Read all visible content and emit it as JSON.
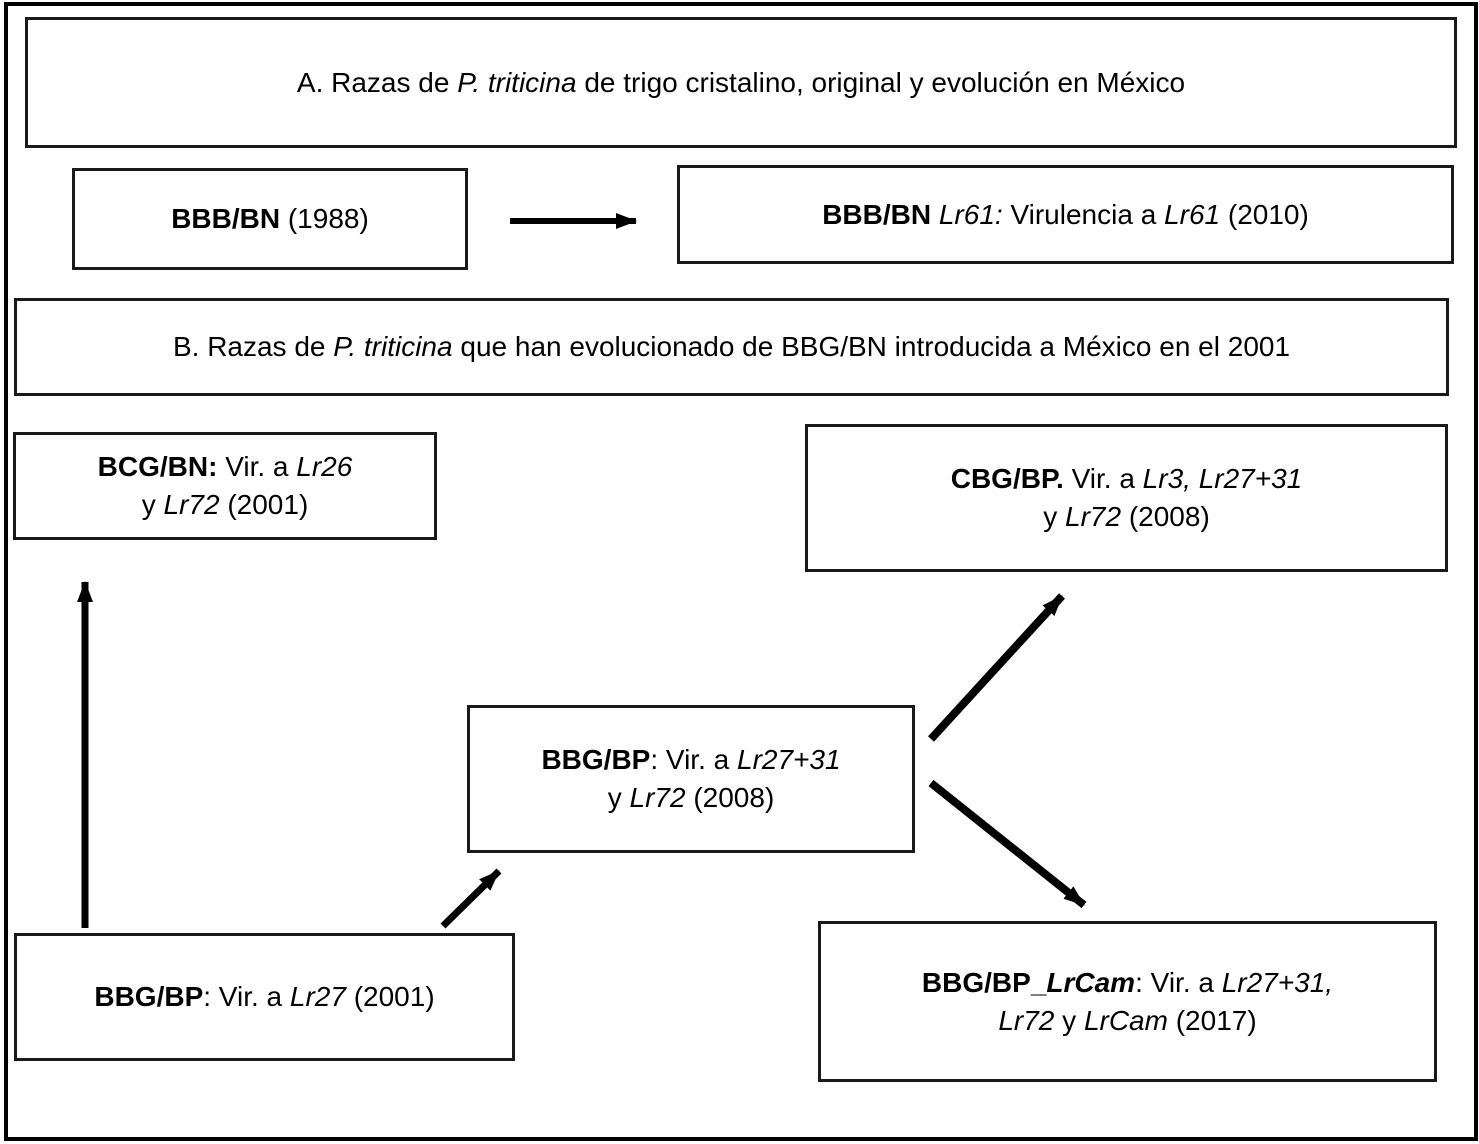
{
  "colors": {
    "ink": "#000000",
    "paper": "#ffffff"
  },
  "panel_a": {
    "title": [
      {
        "t": "A. Razas de "
      },
      {
        "t": "P. triticina",
        "i": true
      },
      {
        "t": " de trigo cristalino, original y evolución en México"
      }
    ],
    "boxes": {
      "bbb_1988": {
        "lines": [
          [
            {
              "t": "BBB/BN",
              "b": true
            },
            {
              "t": " (1988)"
            }
          ]
        ]
      },
      "bbb_lr61": {
        "lines": [
          [
            {
              "t": "BBB/BN",
              "b": true
            },
            {
              "t": " "
            },
            {
              "t": "Lr61:",
              "i": true
            },
            {
              "t": " Virulencia a "
            },
            {
              "t": "Lr61",
              "i": true
            },
            {
              "t": " (2010)"
            }
          ]
        ]
      }
    }
  },
  "panel_b": {
    "title": [
      {
        "t": "B. Razas de "
      },
      {
        "t": "P. triticina",
        "i": true
      },
      {
        "t": " que han evolucionado de BBG/BN introducida a México en el 2001"
      }
    ],
    "boxes": {
      "bcg_bn": {
        "lines": [
          [
            {
              "t": "BCG/BN:",
              "b": true
            },
            {
              "t": " Vir. a "
            },
            {
              "t": "Lr26",
              "i": true
            }
          ],
          [
            {
              "t": "y "
            },
            {
              "t": "Lr72",
              "i": true
            },
            {
              "t": " (2001)"
            }
          ]
        ]
      },
      "cbg_bp": {
        "lines": [
          [
            {
              "t": "CBG/BP.",
              "b": true
            },
            {
              "t": " Vir. a "
            },
            {
              "t": "Lr3, Lr27+31",
              "i": true
            }
          ],
          [
            {
              "t": "y "
            },
            {
              "t": "Lr72",
              "i": true
            },
            {
              "t": " (2008)"
            }
          ]
        ]
      },
      "bbg_bp_2008": {
        "lines": [
          [
            {
              "t": "BBG/BP",
              "b": true
            },
            {
              "t": ": Vir. a "
            },
            {
              "t": "Lr27+31",
              "i": true
            }
          ],
          [
            {
              "t": "y "
            },
            {
              "t": "Lr72",
              "i": true
            },
            {
              "t": " (2008)"
            }
          ]
        ]
      },
      "bbg_bp_2001": {
        "lines": [
          [
            {
              "t": "BBG/BP",
              "b": true
            },
            {
              "t": ": Vir. a "
            },
            {
              "t": "Lr27",
              "i": true
            },
            {
              "t": " (2001)"
            }
          ]
        ]
      },
      "bbg_bp_lrcam": {
        "lines": [
          [
            {
              "t": "BBG/BP_",
              "b": true
            },
            {
              "t": "LrCam",
              "b": true,
              "i": true
            },
            {
              "t": ": Vir. a "
            },
            {
              "t": "Lr27+31,",
              "i": true
            }
          ],
          [
            {
              "t": "Lr72",
              "i": true
            },
            {
              "t": " y "
            },
            {
              "t": "LrCam",
              "i": true
            },
            {
              "t": " (2017)"
            }
          ]
        ]
      }
    }
  }
}
